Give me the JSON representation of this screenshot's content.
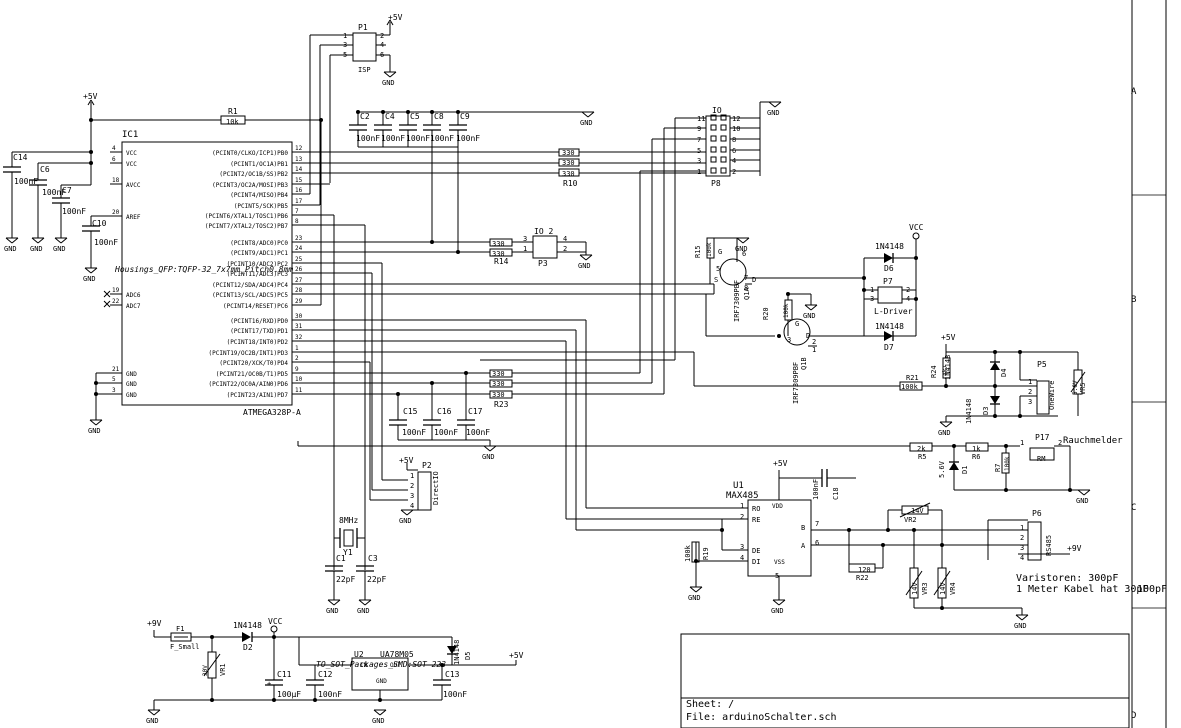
{
  "sheet": {
    "name": "Sheet: /",
    "file": "File: arduinoSchalter.sch"
  },
  "frame": {
    "row_labels": [
      "A",
      "B",
      "C",
      "D"
    ],
    "overflow_text": "100pF"
  },
  "ic1": {
    "ref": "IC1",
    "value": "ATMEGA328P-A",
    "footprint": "Housings_QFP:TQFP-32_7x7mm_Pitch0.8mm",
    "left_pins": [
      {
        "num": "4",
        "name": "VCC"
      },
      {
        "num": "6",
        "name": "VCC"
      },
      {
        "num": "18",
        "name": "AVCC"
      },
      {
        "num": "20",
        "name": "AREF"
      },
      {
        "num": "19",
        "name": "ADC6"
      },
      {
        "num": "22",
        "name": "ADC7"
      },
      {
        "num": "21",
        "name": "GND"
      },
      {
        "num": "5",
        "name": "GND"
      },
      {
        "num": "3",
        "name": "GND"
      }
    ],
    "right_pins": [
      {
        "num": "12",
        "name": "(PCINT0/CLKO/ICP1)PB0"
      },
      {
        "num": "13",
        "name": "(PCINT1/OC1A)PB1"
      },
      {
        "num": "14",
        "name": "(PCINT2/OC1B/SS)PB2"
      },
      {
        "num": "15",
        "name": "(PCINT3/OC2A/MOSI)PB3"
      },
      {
        "num": "16",
        "name": "(PCINT4/MISO)PB4"
      },
      {
        "num": "17",
        "name": "(PCINT5/SCK)PB5"
      },
      {
        "num": "7",
        "name": "(PCINT6/XTAL1/TOSC1)PB6"
      },
      {
        "num": "8",
        "name": "(PCINT7/XTAL2/TOSC2)PB7"
      },
      {
        "num": "23",
        "name": "(PCINT8/ADC0)PC0"
      },
      {
        "num": "24",
        "name": "(PCINT9/ADC1)PC1"
      },
      {
        "num": "25",
        "name": "(PCINT10/ADC2)PC2"
      },
      {
        "num": "26",
        "name": "(PCINT11/ADC3)PC3"
      },
      {
        "num": "27",
        "name": "(PCINT12/SDA/ADC4)PC4"
      },
      {
        "num": "28",
        "name": "(PCINT13/SCL/ADC5)PC5"
      },
      {
        "num": "29",
        "name": "(PCINT14/RESET)PC6"
      },
      {
        "num": "30",
        "name": "(PCINT16/RXD)PD0"
      },
      {
        "num": "31",
        "name": "(PCINT17/TXD)PD1"
      },
      {
        "num": "32",
        "name": "(PCINT18/INT0)PD2"
      },
      {
        "num": "1",
        "name": "(PCINT19/OC2B/INT1)PD3"
      },
      {
        "num": "2",
        "name": "(PCINT20/XCK/T0)PD4"
      },
      {
        "num": "9",
        "name": "(PCINT21/OC0B/T1)PD5"
      },
      {
        "num": "10",
        "name": "(PCINT22/OC0A/AIN0)PD6"
      },
      {
        "num": "11",
        "name": "(PCINT23/AIN1)PD7"
      }
    ]
  },
  "labels": {
    "p5v_top": "+5V",
    "p5v_isp": "+5V",
    "p5v_dl": "+5V",
    "p5v_u1": "+5V",
    "p5v_ow": "+5V",
    "p5v_reg": "+5V",
    "p9v_in": "+9V",
    "p9v_rs": "+9V",
    "vcc_led": "VCC",
    "vcc_pwr": "VCC",
    "gnd": "GND",
    "r1": "R1",
    "r1v": "10k",
    "c14": "C14",
    "c14v": "100nF",
    "c6": "C6",
    "c6v": "100nF",
    "c7": "C7",
    "c7v": "100nF",
    "c10": "C10",
    "c10v": "100nF",
    "c2": "C2",
    "c4": "C4",
    "c5": "C5",
    "c8": "C8",
    "c9": "C9",
    "c100n": "100nF",
    "p1": "P1",
    "isp": "ISP",
    "r10": "R10",
    "r14": "R14",
    "r23": "R23",
    "r330": "330",
    "p3": "P3",
    "io2": "IO_2",
    "io": "IO",
    "p8": "P8",
    "p8_left": [
      "11",
      "9",
      "7",
      "5",
      "3",
      "1"
    ],
    "p8_right": [
      "12",
      "10",
      "8",
      "6",
      "4",
      "2"
    ],
    "c15": "C15",
    "c16": "C16",
    "c17": "C17",
    "p2": "P2",
    "directio": "DirectIO",
    "crystal": "8MHz",
    "y1": "Y1",
    "c1": "C1",
    "c3": "C3",
    "c22p": "22pF",
    "r15": "R15",
    "r15v": "100k",
    "r20": "R20",
    "r20v": "100k",
    "q1a": "Q1A",
    "q1b": "Q1B",
    "irf": "IRF7309PBF",
    "d6": "D6",
    "d7": "D7",
    "d1n": "1N4148",
    "p7": "P7",
    "ldriver": "L-Driver",
    "r21": "R21",
    "r21v": "100k",
    "r24": "R24",
    "r24v": "4k7",
    "d4": "D4",
    "d3": "D3",
    "p5": "P5",
    "onewire": "OneWire",
    "vr5": "VR5",
    "v5": "5.6V",
    "p17": "P17",
    "rauchmelder": "Rauchmelder",
    "rm": "RM",
    "r5": "R5",
    "r5v": "2k",
    "r6": "R6",
    "r6v": "1k",
    "r7": "R7",
    "r7v": "100k",
    "d1": "D1",
    "d1v": "5.6V",
    "u1": "U1",
    "max": "MAX485",
    "c18": "C18",
    "c18v": "100nF",
    "r19": "R19",
    "r19v": "100k",
    "r22": "R22",
    "r22v": "120",
    "vr2": "VR2",
    "vr3": "VR3",
    "vr4": "VR4",
    "v14": "14V",
    "p6": "P6",
    "rs485": "RS485",
    "note1": "Varistoren: 300pF",
    "note2": "1 Meter Kabel hat 30pF",
    "f1": "F1",
    "f1v": "F_Small",
    "vr1": "VR1",
    "v30": "30V",
    "d2": "D2",
    "d5": "D5",
    "u2": "U2",
    "u2v": "UA78M05",
    "u2fp": "TO_SOT_Packages_SMD:SOT-223",
    "c11": "C11",
    "c12": "C12",
    "c13": "C13",
    "c100u": "100µF",
    "c100nf": "100nF"
  }
}
